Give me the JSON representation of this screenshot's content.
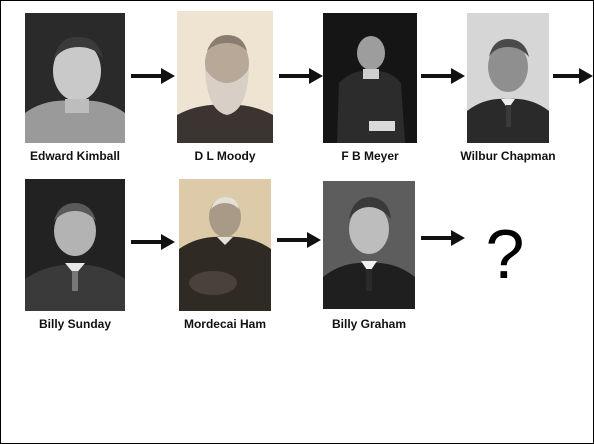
{
  "people": [
    {
      "id": "kimball",
      "name": "Edward Kimball"
    },
    {
      "id": "moody",
      "name": "D L Moody"
    },
    {
      "id": "meyer",
      "name": "F B Meyer"
    },
    {
      "id": "chapman",
      "name": "Wilbur Chapman"
    },
    {
      "id": "sunday",
      "name": "Billy Sunday"
    },
    {
      "id": "ham",
      "name": "Mordecai Ham"
    },
    {
      "id": "graham",
      "name": "Billy Graham"
    }
  ],
  "unknown_successor": "?",
  "colors": {
    "border": "#000000",
    "arrow": "#111111",
    "sepia_bg": "#e8d9c4"
  }
}
